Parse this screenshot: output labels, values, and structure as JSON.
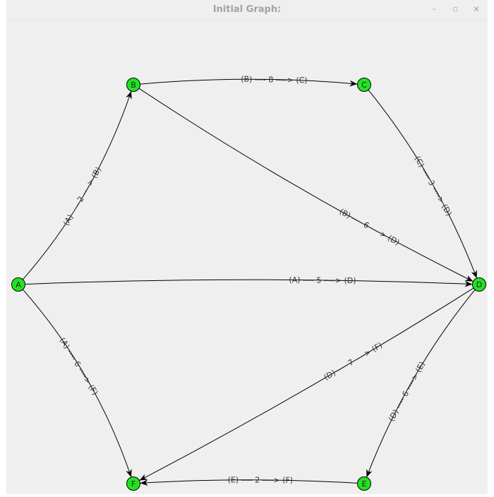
{
  "window": {
    "title": "Initial Graph:",
    "minimize_glyph": "–",
    "maximize_glyph": "▫",
    "close_glyph": "✕"
  },
  "colors": {
    "node_fill": "#22e322",
    "node_stroke": "#000000",
    "edge": "#000000",
    "background": "#efefef"
  },
  "graph": {
    "nodes": [
      {
        "id": "A",
        "label": "A"
      },
      {
        "id": "B",
        "label": "B"
      },
      {
        "id": "C",
        "label": "C"
      },
      {
        "id": "D",
        "label": "D"
      },
      {
        "id": "E",
        "label": "E"
      },
      {
        "id": "F",
        "label": "F"
      }
    ],
    "edges": [
      {
        "from": "A",
        "to": "B",
        "weight": 2,
        "label": "(A) ---- 2 ----> (B)"
      },
      {
        "from": "B",
        "to": "C",
        "weight": 8,
        "label": "(B) ---- 8 ----> (C)"
      },
      {
        "from": "C",
        "to": "D",
        "weight": 3,
        "label": "(C) ---- 3 ----> (D)"
      },
      {
        "from": "B",
        "to": "D",
        "weight": 6,
        "label": "(B) ---- 6 ----> (D)"
      },
      {
        "from": "A",
        "to": "D",
        "weight": 5,
        "label": "(A) ---- 5 ----> (D)"
      },
      {
        "from": "A",
        "to": "F",
        "weight": 6,
        "label": "(A) ---- 6 ----> (F)"
      },
      {
        "from": "D",
        "to": "F",
        "weight": 7,
        "label": "(D) ---- 7 ----> (F)"
      },
      {
        "from": "D",
        "to": "E",
        "weight": 6,
        "label": "(D) ---- 6 ----> (E)"
      },
      {
        "from": "E",
        "to": "F",
        "weight": 2,
        "label": "(E) ---- 2 ----> (F)"
      }
    ]
  }
}
